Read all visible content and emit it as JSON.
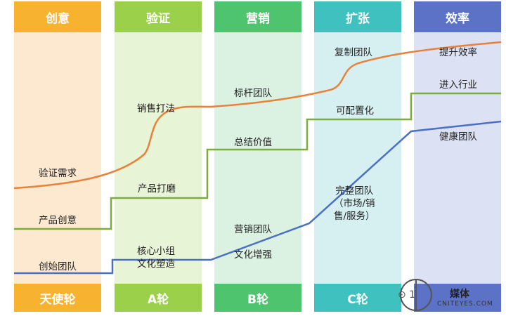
{
  "stages": [
    {
      "header": "创意",
      "footer": "天使轮",
      "header_color": "#f7b22f",
      "band_color": "#fde9cf",
      "footer_color": "#f7b22f"
    },
    {
      "header": "验证",
      "footer": "A轮",
      "header_color": "#9bd04a",
      "band_color": "#e8f4d6",
      "footer_color": "#9bd04a"
    },
    {
      "header": "营销",
      "footer": "B轮",
      "header_color": "#4fc46e",
      "band_color": "#dbf1e2",
      "footer_color": "#4fc46e"
    },
    {
      "header": "扩张",
      "footer": "C轮",
      "header_color": "#3fc2bf",
      "band_color": "#d6f0f1",
      "footer_color": "#3fc2bf"
    },
    {
      "header": "效率",
      "footer": "",
      "header_color": "#5b72c6",
      "band_color": "#dce2f3",
      "footer_color": "#5b72c6"
    }
  ],
  "lines": {
    "orange": {
      "color": "#e8813a",
      "labels": [
        "验证需求",
        "销售打法",
        "标杆团队",
        "复制团队",
        "提升效率"
      ]
    },
    "green": {
      "color": "#7cad3c",
      "labels": [
        "产品创意",
        "产品打磨",
        "总结价值",
        "可配置化",
        "进入行业"
      ]
    },
    "blue": {
      "color": "#4a6fc4",
      "labels": [
        "创始团队",
        "核心小组\n文化塑造",
        "营销团队",
        "文化增强",
        "完整团队\n（市场/销\n售/服务）",
        "健康团队"
      ]
    }
  },
  "watermark": {
    "text_left": "⊙ 1",
    "brand": "媒体",
    "site": "CNITEYES.COM"
  }
}
